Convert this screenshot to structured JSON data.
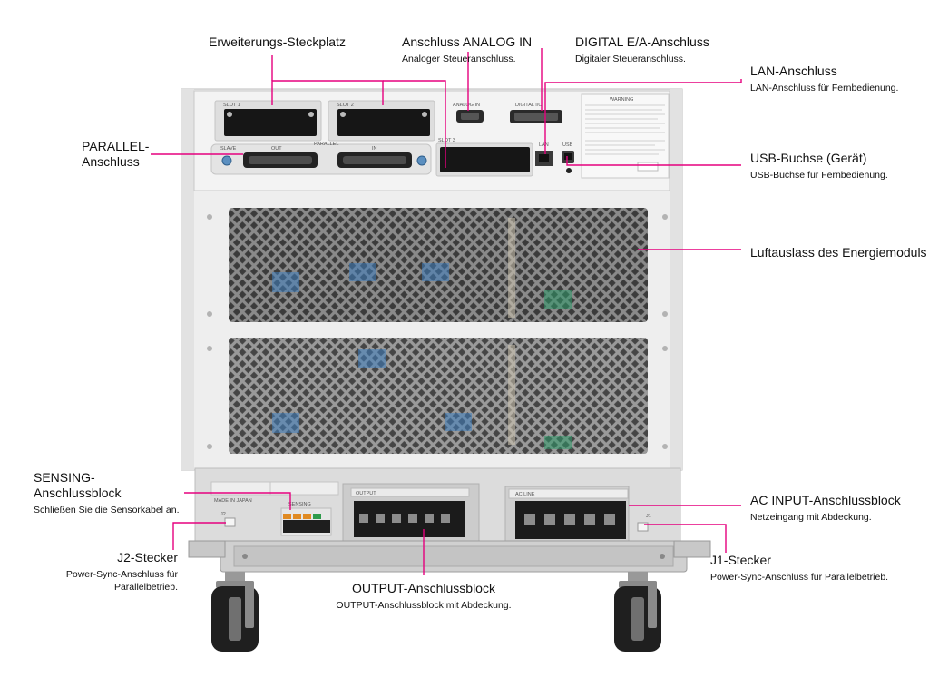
{
  "callouts": {
    "erweiterungs": {
      "title": "Erweiterungs-Steckplatz"
    },
    "analog": {
      "title": "Anschluss ANALOG IN",
      "sub": "Analoger Steueranschluss."
    },
    "digital": {
      "title": "DIGITAL E/A-Anschluss",
      "sub": "Digitaler Steueranschluss."
    },
    "lan": {
      "title": "LAN-Anschluss",
      "sub": "LAN-Anschluss für Fernbedienung."
    },
    "parallel": {
      "title": "PARALLEL-\nAnschluss"
    },
    "usb": {
      "title": "USB-Buchse (Gerät)",
      "sub": "USB-Buchse für Fernbedienung."
    },
    "luft": {
      "title": "Luftauslass des Energiemoduls"
    },
    "sensing": {
      "title": "SENSING-\nAnschlussblock",
      "sub": "Schließen Sie die Sensorkabel an."
    },
    "acinput": {
      "title": "AC INPUT-Anschlussblock",
      "sub": "Netzeingang mit Abdeckung."
    },
    "j2": {
      "title": "J2-Stecker",
      "sub": "Power-Sync-Anschluss für\nParallelbetrieb."
    },
    "j1": {
      "title": "J1-Stecker",
      "sub": "Power-Sync-Anschluss für Parallelbetrieb."
    },
    "output": {
      "title": "OUTPUT-Anschlussblock",
      "sub": "OUTPUT-Anschlussblock mit Abdeckung."
    }
  },
  "device_labels": {
    "slot1": "SLOT 1",
    "slot2": "SLOT 2",
    "slot3": "SLOT 3",
    "analog_in": "ANALOG IN",
    "digital_io": "DIGITAL I/O",
    "warning": "WARNING",
    "parallel": "PARALLEL",
    "slave": "SLAVE",
    "out": "OUT",
    "in": "IN",
    "lan": "LAN",
    "usb": "USB",
    "sensing": "SENSING",
    "output": "OUTPUT",
    "ac_line": "AC LINE",
    "j2": "J2",
    "j1": "J1",
    "made_in_japan": "MADE IN JAPAN"
  },
  "colors": {
    "leader": "#e5007e",
    "panel": "#ececec",
    "panel_edge": "#b8b8b8",
    "connector": "#1c1c1c",
    "mesh": "#6a6a6a",
    "base": "#d4d4d4"
  }
}
